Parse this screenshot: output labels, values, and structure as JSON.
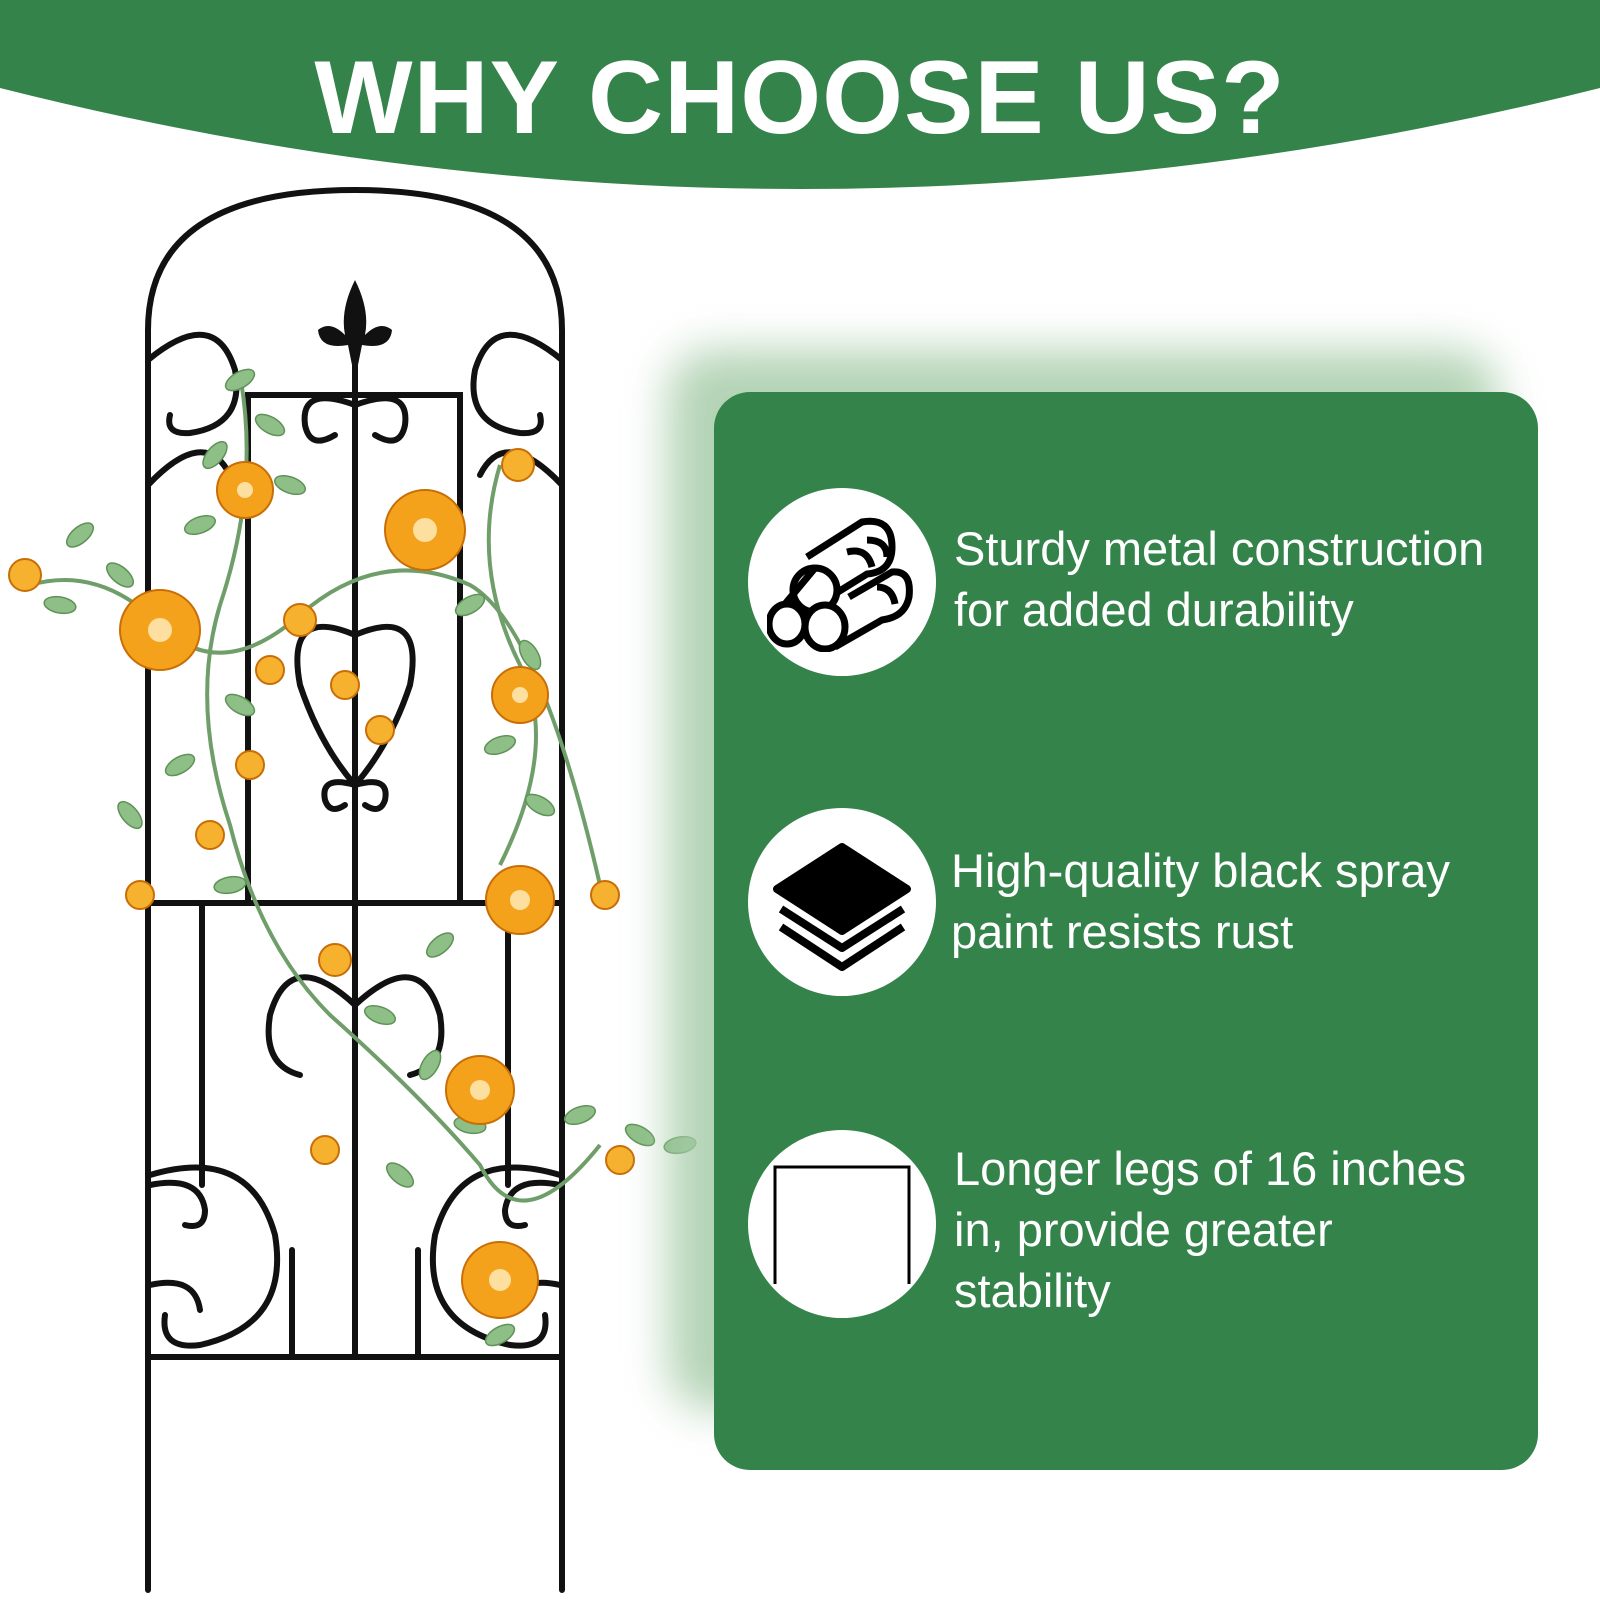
{
  "header": {
    "title": "WHY CHOOSE US?",
    "background_color": "#34834a",
    "text_color": "#ffffff"
  },
  "product": {
    "icon": "garden-trellis-with-roses",
    "frame_color": "#111111",
    "flower_color": "#f4a21c",
    "leaf_color": "#8dbf86"
  },
  "card": {
    "background_color": "#34834a",
    "shadow_color": "#a7cca9",
    "features": [
      {
        "icon": "metal-pipes-icon",
        "text": "Sturdy metal construction\nfor added durability"
      },
      {
        "icon": "paint-layers-icon",
        "text": "High-quality black spray\npaint resists rust"
      },
      {
        "icon": "leg-frame-icon",
        "text": "Longer legs of 16 inches\nin, provide greater\nstability"
      }
    ]
  }
}
